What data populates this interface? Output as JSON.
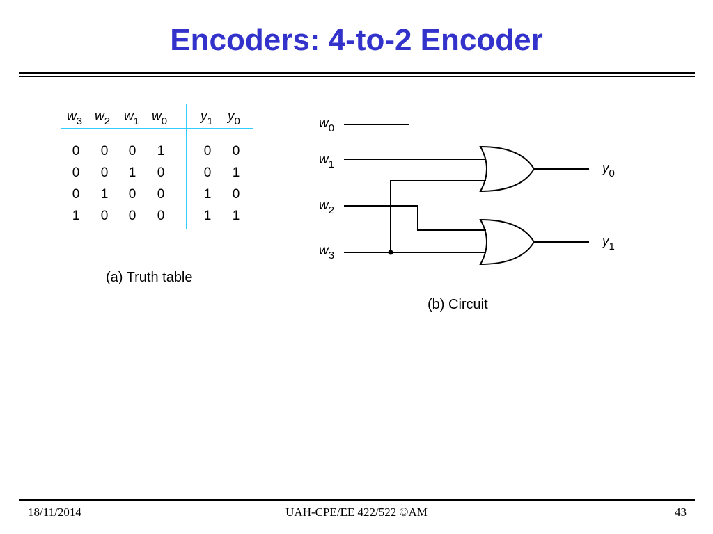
{
  "slide": {
    "title": "Encoders: 4-to-2 Encoder",
    "title_color": "#3333cc",
    "footer_left": "18/11/2014",
    "footer_center": "UAH-CPE/EE 422/522 ©AM",
    "footer_right": "43"
  },
  "truth_table": {
    "caption": "(a) Truth table",
    "divider_color": "#33ccff",
    "inputs": [
      {
        "name": "w",
        "sub": "3"
      },
      {
        "name": "w",
        "sub": "2"
      },
      {
        "name": "w",
        "sub": "1"
      },
      {
        "name": "w",
        "sub": "0"
      }
    ],
    "outputs": [
      {
        "name": "y",
        "sub": "1"
      },
      {
        "name": "y",
        "sub": "0"
      }
    ],
    "rows": [
      {
        "in": [
          "0",
          "0",
          "0",
          "1"
        ],
        "out": [
          "0",
          "0"
        ]
      },
      {
        "in": [
          "0",
          "0",
          "1",
          "0"
        ],
        "out": [
          "0",
          "1"
        ]
      },
      {
        "in": [
          "0",
          "1",
          "0",
          "0"
        ],
        "out": [
          "1",
          "0"
        ]
      },
      {
        "in": [
          "1",
          "0",
          "0",
          "0"
        ],
        "out": [
          "1",
          "1"
        ]
      }
    ]
  },
  "circuit": {
    "caption": "(b) Circuit",
    "inputs": [
      {
        "name": "w",
        "sub": "0"
      },
      {
        "name": "w",
        "sub": "1"
      },
      {
        "name": "w",
        "sub": "2"
      },
      {
        "name": "w",
        "sub": "3"
      }
    ],
    "outputs": [
      {
        "name": "y",
        "sub": "0"
      },
      {
        "name": "y",
        "sub": "1"
      }
    ],
    "gates": [
      "OR",
      "OR"
    ]
  }
}
